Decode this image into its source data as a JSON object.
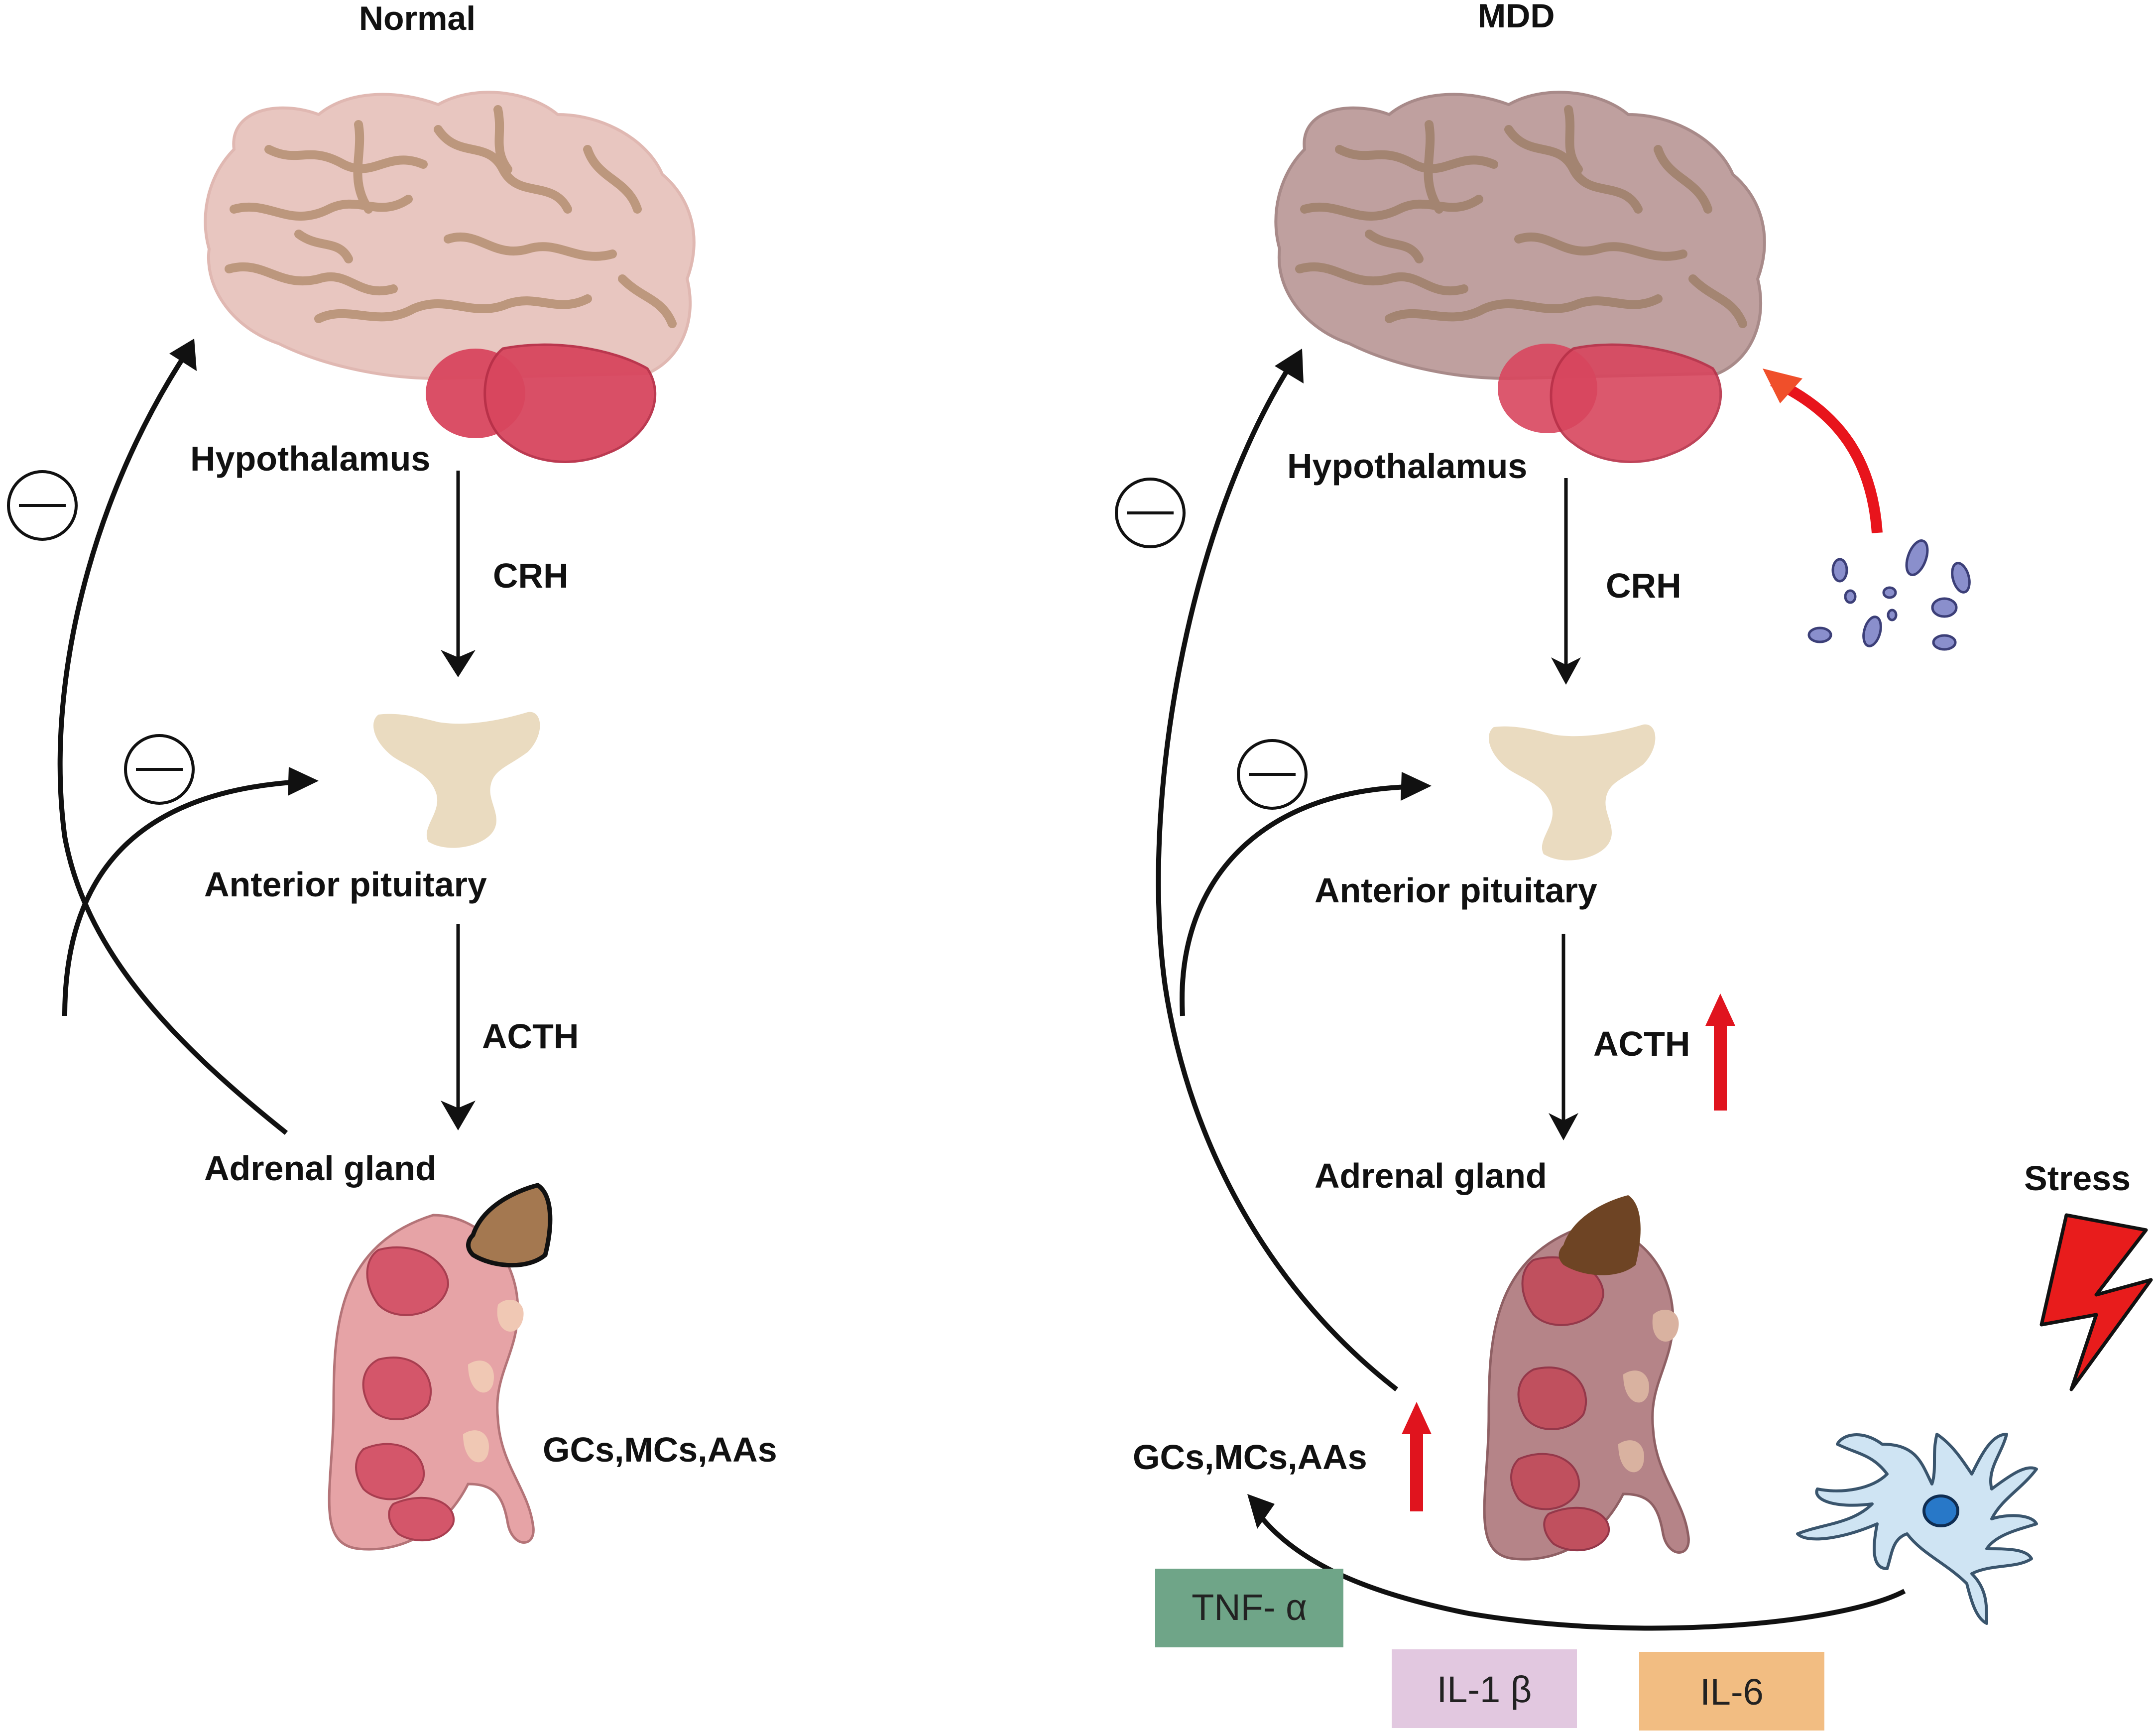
{
  "panels": {
    "normal": {
      "title": "Normal",
      "hypothalamus": "Hypothalamus",
      "crh": "CRH",
      "pituitary": "Anterior pituitary",
      "acth": "ACTH",
      "adrenal": "Adrenal gland",
      "hormones": "GCs,MCs,AAs"
    },
    "mdd": {
      "title": "MDD",
      "hypothalamus": "Hypothalamus",
      "crh": "CRH",
      "pituitary": "Anterior pituitary",
      "acth": "ACTH",
      "adrenal": "Adrenal gland",
      "hormones": "GCs,MCs,AAs",
      "stress": "Stress",
      "cytokines": {
        "tnf": "TNF- α",
        "il1b": "IL-1 β",
        "il6": "IL-6"
      }
    }
  },
  "colors": {
    "increase_arrow": "#e0141e",
    "cytokine_arrow": "#e8141c",
    "lightning": "#e81c1c",
    "tnf_box": "#6fa588",
    "il1b_box": "#e2c8e0",
    "il6_box": "#f2bd82",
    "brain_normal": "#e8c6c0",
    "brain_mdd": "#bfa09f",
    "hypothalamus": "#d8465e",
    "pituitary": "#eadbc0",
    "adrenal_normal": "#a47850",
    "adrenal_mdd": "#6e4424",
    "kidney_normal": "#e6a3a6",
    "kidney_mdd": "#b58488",
    "microparticles": "#8a8fcc",
    "glial_cell": "#cfe4f3",
    "glial_nucleus": "#2878c8"
  },
  "icons": [
    "brain-icon",
    "hypothalamus-icon",
    "pituitary-icon",
    "adrenal-gland-icon",
    "kidney-icon",
    "minus-icon",
    "lightning-icon",
    "microglia-icon",
    "particles-icon",
    "up-arrow-icon"
  ]
}
